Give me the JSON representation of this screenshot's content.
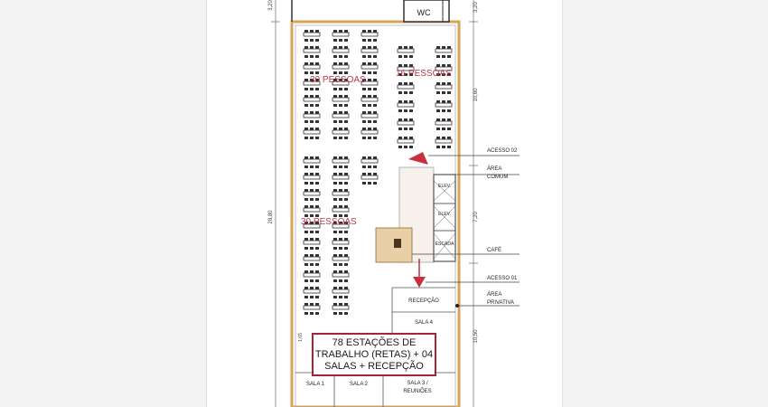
{
  "rooms": {
    "wc": "WC",
    "recepcao": "RECEPÇÃO",
    "sala1": "SALA 1",
    "sala2": "SALA 2",
    "sala3_line1": "SALA 3 /",
    "sala3_line2": "REUNIÕES",
    "sala4": "SALA 4",
    "elev1": "ELEV.",
    "elev2": "ELEV.",
    "escada": "ESCADA"
  },
  "zones": {
    "top_left": "30 PESSOAS",
    "top_right": "16 PESSOAS",
    "mid_left": "30 PESSOAS"
  },
  "callouts": {
    "acesso02": "ACESSO 02",
    "area_comum_1": "ÁREA",
    "area_comum_2": "COMUM",
    "cafe": "CAFÉ",
    "acesso01": "ACESSO 01",
    "area_privativa_1": "ÁREA",
    "area_privativa_2": "PRIVATIVA"
  },
  "dimensions": {
    "total_length": "28,80",
    "seg_top": "3,20",
    "seg_upper": "10,60",
    "seg_mid": "7,20",
    "seg_low": "10,50",
    "small": "1,65"
  },
  "summary": {
    "line1": "78 ESTAÇÕES DE",
    "line2": "TRABALHO (RETAS) + 04",
    "line3": "SALAS + RECEPÇÃO"
  },
  "colors": {
    "wall": "#d9a458",
    "accent_red": "#c8303f",
    "box_border": "#a52535",
    "furniture": "#333333"
  }
}
